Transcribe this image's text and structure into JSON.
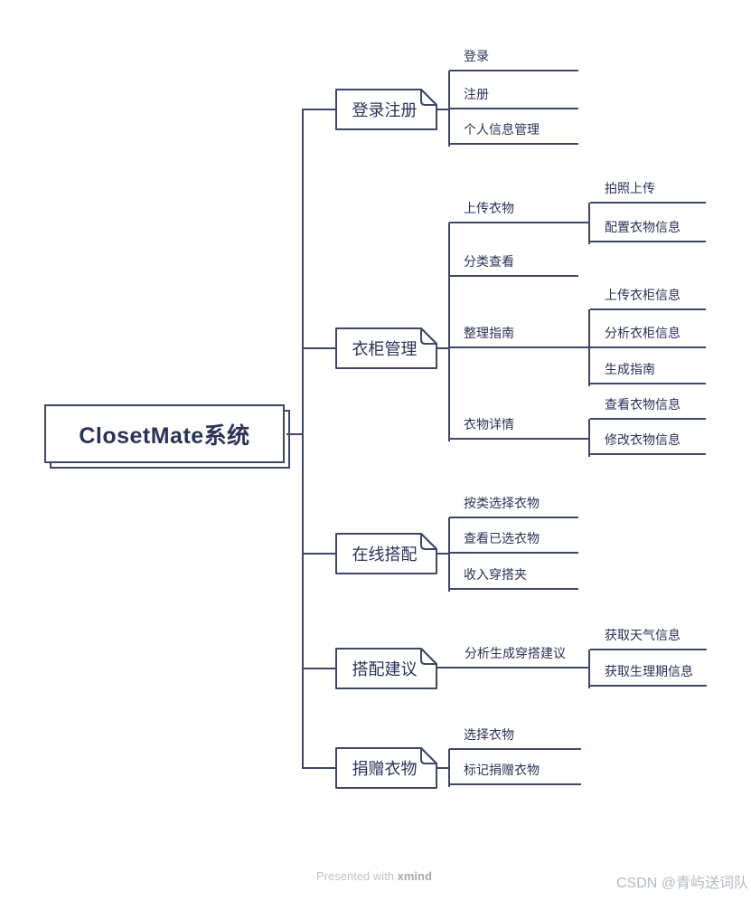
{
  "root": {
    "label": "ClosetMate系统"
  },
  "branches": [
    {
      "label": "登录注册",
      "children": [
        {
          "label": "登录"
        },
        {
          "label": "注册"
        },
        {
          "label": "个人信息管理"
        }
      ]
    },
    {
      "label": "衣柜管理",
      "children": [
        {
          "label": "上传衣物",
          "children": [
            {
              "label": "拍照上传"
            },
            {
              "label": "配置衣物信息"
            }
          ]
        },
        {
          "label": "分类查看"
        },
        {
          "label": "整理指南",
          "children": [
            {
              "label": "上传衣柜信息"
            },
            {
              "label": "分析衣柜信息"
            },
            {
              "label": "生成指南"
            }
          ]
        },
        {
          "label": "衣物详情",
          "children": [
            {
              "label": "查看衣物信息"
            },
            {
              "label": "修改衣物信息"
            }
          ]
        }
      ]
    },
    {
      "label": "在线搭配",
      "children": [
        {
          "label": "按类选择衣物"
        },
        {
          "label": "查看已选衣物"
        },
        {
          "label": "收入穿搭夹"
        }
      ]
    },
    {
      "label": "搭配建议",
      "children": [
        {
          "label": "分析生成穿搭建议",
          "children": [
            {
              "label": "获取天气信息"
            },
            {
              "label": "获取生理期信息"
            }
          ]
        }
      ]
    },
    {
      "label": "捐赠衣物",
      "children": [
        {
          "label": "选择衣物"
        },
        {
          "label": "标记捐赠衣物"
        }
      ]
    }
  ],
  "footer": {
    "presented": "Presented with",
    "brand": "xmind",
    "watermark": "CSDN @青屿送词队"
  },
  "colors": {
    "ink": "#2b3257",
    "line": "#3f4668",
    "background": "#ffffff"
  }
}
